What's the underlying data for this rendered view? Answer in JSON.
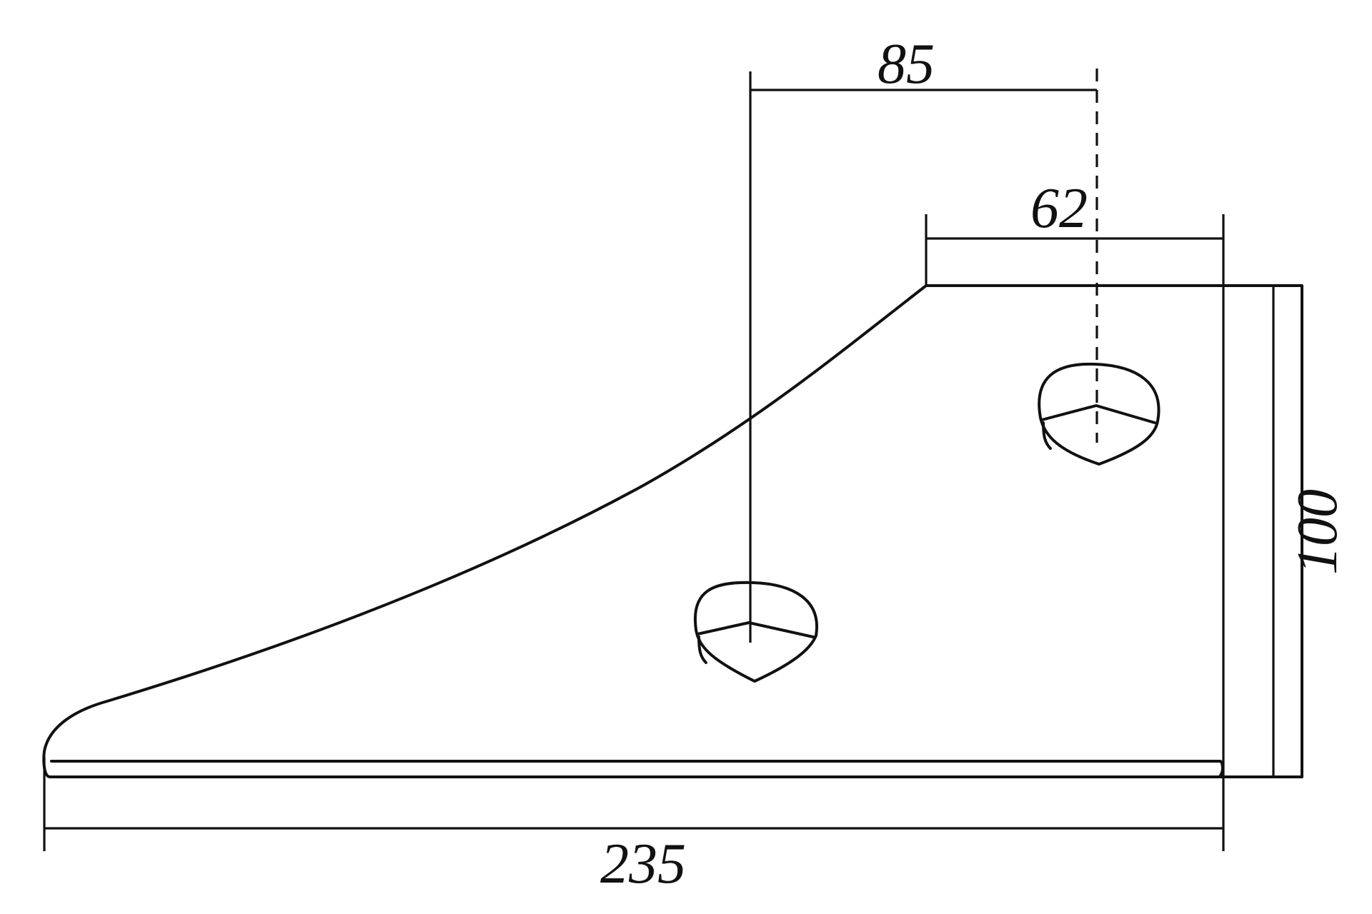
{
  "dimensions": {
    "top_hole_spacing": "85",
    "top_width": "62",
    "height": "100",
    "overall_length": "235"
  },
  "colors": {
    "line": "#111111",
    "background": "#ffffff"
  }
}
